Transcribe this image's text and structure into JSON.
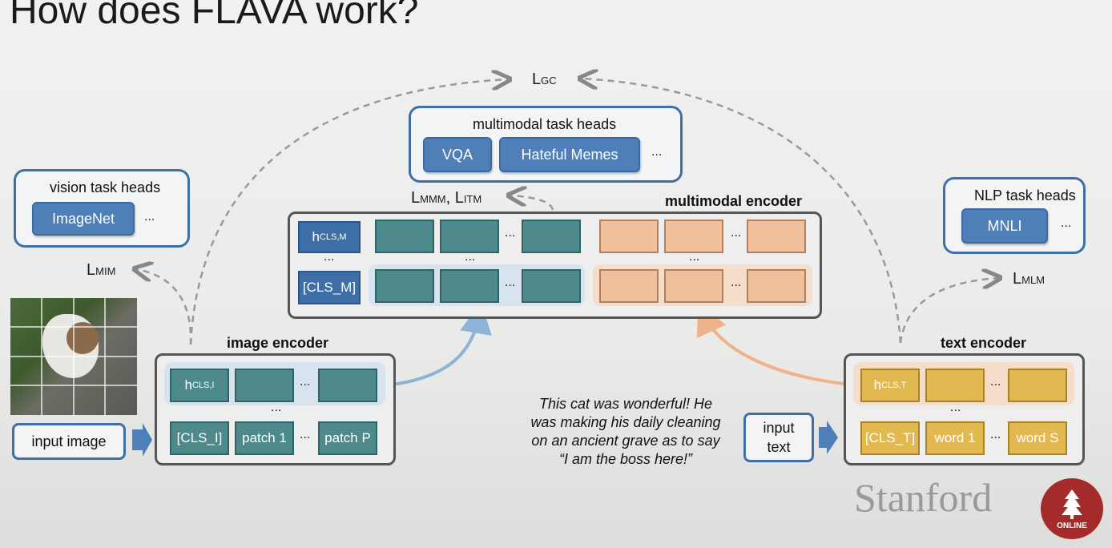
{
  "title": "How does FLAVA work?",
  "losses": {
    "gc": "L",
    "gc_sub": "GC",
    "mmm": "L",
    "mmm_sub": "MMM",
    "itm": "L",
    "itm_sub": "ITM",
    "mim": "L",
    "mim_sub": "MIM",
    "mlm": "L",
    "mlm_sub": "MLM"
  },
  "vision_heads": {
    "title": "vision task heads",
    "items": [
      "ImageNet"
    ],
    "more": "..."
  },
  "multimodal_heads": {
    "title": "multimodal task heads",
    "items": [
      "VQA",
      "Hateful Memes"
    ],
    "more": "..."
  },
  "nlp_heads": {
    "title": "NLP task heads",
    "items": [
      "MNLI"
    ],
    "more": "..."
  },
  "multimodal_encoder": {
    "title": "multimodal encoder",
    "h_cls": "h",
    "h_cls_sub": "CLS,M",
    "cls_token": "[CLS_M]",
    "dots": "..."
  },
  "image_encoder": {
    "title": "image encoder",
    "h_cls": "h",
    "h_cls_sub": "CLS,I",
    "tokens": [
      "[CLS_I]",
      "patch 1",
      "patch P"
    ],
    "dots": "..."
  },
  "text_encoder": {
    "title": "text encoder",
    "h_cls": "h",
    "h_cls_sub": "CLS,T",
    "tokens": [
      "[CLS_T]",
      "word 1",
      "word S"
    ],
    "dots": "..."
  },
  "input_image": "input image",
  "input_text": [
    "input",
    "text"
  ],
  "caption": [
    "This cat was wonderful! He",
    "was making his daily cleaning",
    "on an ancient grave as to say",
    "“I am the boss here!”"
  ],
  "brand": "Stanford",
  "seal_label": "ONLINE",
  "colors": {
    "blue": "#4f7fb8",
    "teal": "#4e8a8b",
    "peach": "#f0c09c",
    "gold": "#e2b850",
    "accent_red": "#a52a2a"
  }
}
